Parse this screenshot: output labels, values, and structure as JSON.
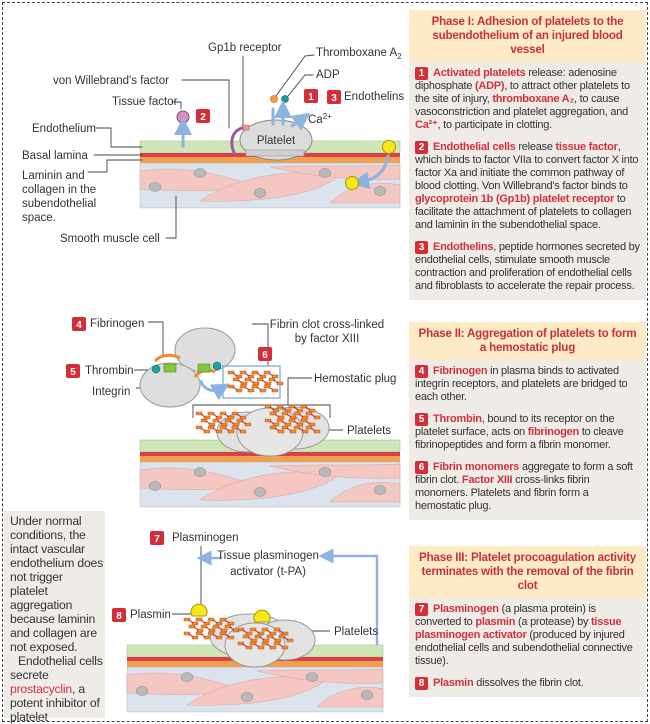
{
  "colors": {
    "accent_red": "#d0323e",
    "header_bg": "#fdebc6",
    "panel_bg": "#efece7",
    "endothelium": "#cfe6b8",
    "basal_lamina": "#d9404a",
    "laminin": "#f3a04c",
    "muscle": "#f5c7c2",
    "arrow_blue": "#8fb3e0"
  },
  "phase1": {
    "title": "Phase I: Adhesion of platelets to the subendothelium of an injured blood vessel",
    "items": [
      {
        "num": "1",
        "segments": [
          {
            "t": "Activated platelets",
            "h": "b"
          },
          {
            "t": " release:  adenosine diphosphate "
          },
          {
            "t": "(ADP)",
            "h": "b"
          },
          {
            "t": ", to attract other platelets to the site of injury, "
          },
          {
            "t": "thromboxane A₂",
            "h": "b"
          },
          {
            "t": ", to cause vasoconstriction and platelet aggregation, and "
          },
          {
            "t": "Ca²⁺",
            "h": "b"
          },
          {
            "t": ", to participate in clotting."
          }
        ]
      },
      {
        "num": "2",
        "segments": [
          {
            "t": "Endothelial cells",
            "h": "b"
          },
          {
            "t": " release "
          },
          {
            "t": "tissue factor",
            "h": "b"
          },
          {
            "t": ", which binds to factor VIIa to convert factor X into factor Xa and initiate the common pathway of blood clotting. Von Willebrand's factor binds to "
          },
          {
            "t": "glycoprotein 1b (Gp1b) platelet receptor",
            "h": "b"
          },
          {
            "t": " to facilitate the attachment of platelets to collagen and laminin in the subendothelial space."
          }
        ]
      },
      {
        "num": "3",
        "segments": [
          {
            "t": "Endothelins",
            "h": "b"
          },
          {
            "t": ", peptide hormones secreted by endothelial cells, stimulate smooth muscle contraction and proliferation of endothelial cells and fibroblasts to accelerate the repair process."
          }
        ]
      }
    ]
  },
  "phase2": {
    "title": "Phase II: Aggregation of platelets to form a hemostatic plug",
    "items": [
      {
        "num": "4",
        "segments": [
          {
            "t": "Fibrinogen",
            "h": "b"
          },
          {
            "t": " in plasma binds to activated integrin receptors, and platelets are bridged to each other."
          }
        ]
      },
      {
        "num": "5",
        "segments": [
          {
            "t": "Thrombin",
            "h": "b"
          },
          {
            "t": ", bound to its receptor on the platelet surface, acts on "
          },
          {
            "t": "fibrinogen",
            "h": "b"
          },
          {
            "t": " to cleave fibrinopeptides and form a fibrin monomer."
          }
        ]
      },
      {
        "num": "6",
        "segments": [
          {
            "t": "Fibrin monomers",
            "h": "b"
          },
          {
            "t": " aggregate to form a soft fibrin clot. "
          },
          {
            "t": "Factor XIII",
            "h": "b"
          },
          {
            "t": " cross-links fibrin monomers. Platelets and fibrin form a hemostatic plug."
          }
        ]
      }
    ]
  },
  "phase3": {
    "title": "Phase III: Platelet procoagulation activity terminates with the removal of the fibrin clot",
    "items": [
      {
        "num": "7",
        "segments": [
          {
            "t": "Plasminogen",
            "h": "b"
          },
          {
            "t": " (a plasma protein) is converted to "
          },
          {
            "t": "plasmin",
            "h": "b"
          },
          {
            "t": " (a protease) by "
          },
          {
            "t": "tissue plasminogen activator",
            "h": "b"
          },
          {
            "t": " (produced by injured endothelial cells and subendothelial connective tissue)."
          }
        ]
      },
      {
        "num": "8",
        "segments": [
          {
            "t": "Plasmin",
            "h": "b"
          },
          {
            "t": " dissolves the fibrin clot."
          }
        ]
      }
    ]
  },
  "note": {
    "p1": "Under normal conditions, the intact vascular endothelium does not trigger platelet aggregation because laminin and collagen are not exposed.",
    "p2a": "Endothelial cells secrete ",
    "p2b": "prostacyclin",
    "p2c": ", a potent inhibitor of platelet aggregation and secretion of ADP."
  },
  "diagram1": {
    "gp1b": "Gp1b receptor",
    "thromboxane": "Thromboxane A",
    "thromboxane_sub": "2",
    "adp": "ADP",
    "vwf": "von Willebrand's factor",
    "tissue_factor": "Tissue factor",
    "endothelins": "Endothelins",
    "ca": "Ca",
    "ca_sup": "2+",
    "platelet": "Platelet",
    "endothelium": "Endothelium",
    "basal_lamina": "Basal lamina",
    "laminin": [
      "Laminin and",
      "collagen in the",
      "subendothelial",
      "space."
    ],
    "smooth_muscle": "Smooth muscle cell",
    "badges": [
      "1",
      "2",
      "3"
    ]
  },
  "diagram2": {
    "fibrinogen": "Fibrinogen",
    "thrombin": "Thrombin",
    "integrin": "Integrin",
    "fibrin_clot": [
      "Fibrin clot cross-linked",
      "by factor XIII"
    ],
    "hemostatic_plug": "Hemostatic plug",
    "platelets": "Platelets",
    "badges": [
      "4",
      "5",
      "6"
    ]
  },
  "diagram3": {
    "plasminogen": "Plasminogen",
    "tpa": [
      "Tissue plasminogen",
      "activator (t-PA)"
    ],
    "plasmin": "Plasmin",
    "platelets": "Platelets",
    "badges": [
      "7",
      "8"
    ]
  }
}
